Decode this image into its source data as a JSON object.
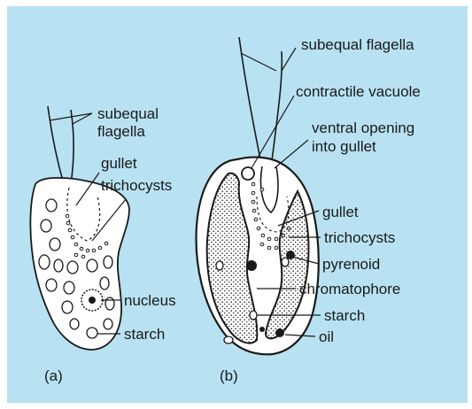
{
  "colors": {
    "background": "#b8e2f2",
    "cell": "#ffffff",
    "ink": "#1a1a1a"
  },
  "figure_a": {
    "panel_label": "(a)",
    "labels": {
      "flagella_line1": "subequal",
      "flagella_line2": "flagella",
      "gullet": "gullet",
      "trichocysts": "trichocysts",
      "nucleus": "nucleus",
      "starch": "starch"
    }
  },
  "figure_b": {
    "panel_label": "(b)",
    "labels": {
      "flagella": "subequal flagella",
      "contractile_vacuole": "contractile vacuole",
      "ventral_opening_line1": "ventral opening",
      "ventral_opening_line2": "into gullet",
      "gullet": "gullet",
      "trichocysts": "trichocysts",
      "pyrenoid": "pyrenoid",
      "chromatophore": "chromatophore",
      "starch": "starch",
      "oil": "oil"
    }
  }
}
